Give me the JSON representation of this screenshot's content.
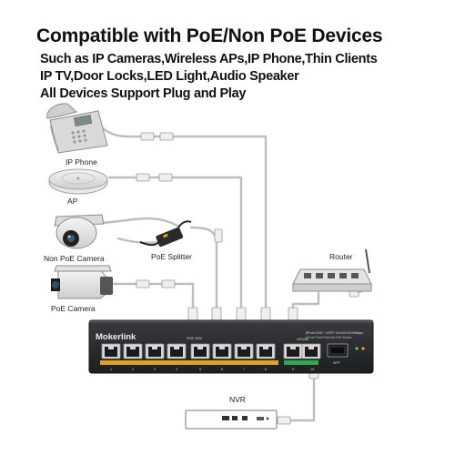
{
  "header": {
    "title": "Compatible with PoE/Non PoE Devices",
    "lines": [
      "Such as IP Cameras,Wireless APs,IP Phone,Thin Clients",
      "IP TV,Door Locks,LED Light,Audio Speaker",
      "All Devices Support Plug and Play"
    ]
  },
  "devices": {
    "ip_phone": "IP Phone",
    "ap": "AP",
    "non_poe_camera": "Non PoE Camera",
    "poe_splitter": "PoE Splitter",
    "poe_camera": "PoE Camera",
    "router": "Router",
    "nvr": "NVR"
  },
  "switch": {
    "brand": "Mokerlink",
    "model_line1": "8Port+2GE +1SFP 10/100/1000Mbps",
    "model_line2": "8-Port Fast Ethernet PoE Switch",
    "poe_label": "POE 10W",
    "uplink_label": "UPLINK",
    "port_numbers": [
      "1",
      "2",
      "3",
      "4",
      "5",
      "6",
      "7",
      "8"
    ],
    "uplink_numbers": [
      "9",
      "10"
    ],
    "sfp_label": "SFP"
  },
  "colors": {
    "switch_body": "#2b2c2f",
    "poe_strip": "#e0a21c",
    "uplink_strip": "#2fa84f",
    "cable": "#b9b9b9",
    "connector": "#eeeeee"
  }
}
